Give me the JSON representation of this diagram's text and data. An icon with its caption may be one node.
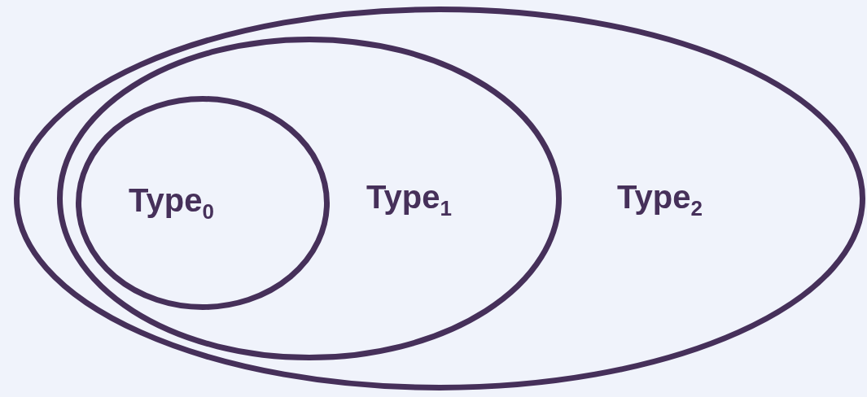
{
  "diagram": {
    "nodes": [
      {
        "text": [
          "Type$_{2}$"
        ]
      },
      {
        "text": [
          "Type$_{1}$"
        ],
        "in": 0
      },
      {
        "text": [
          "Type$_{0}$"
        ],
        "in": 1
      }
    ]
  }
}
